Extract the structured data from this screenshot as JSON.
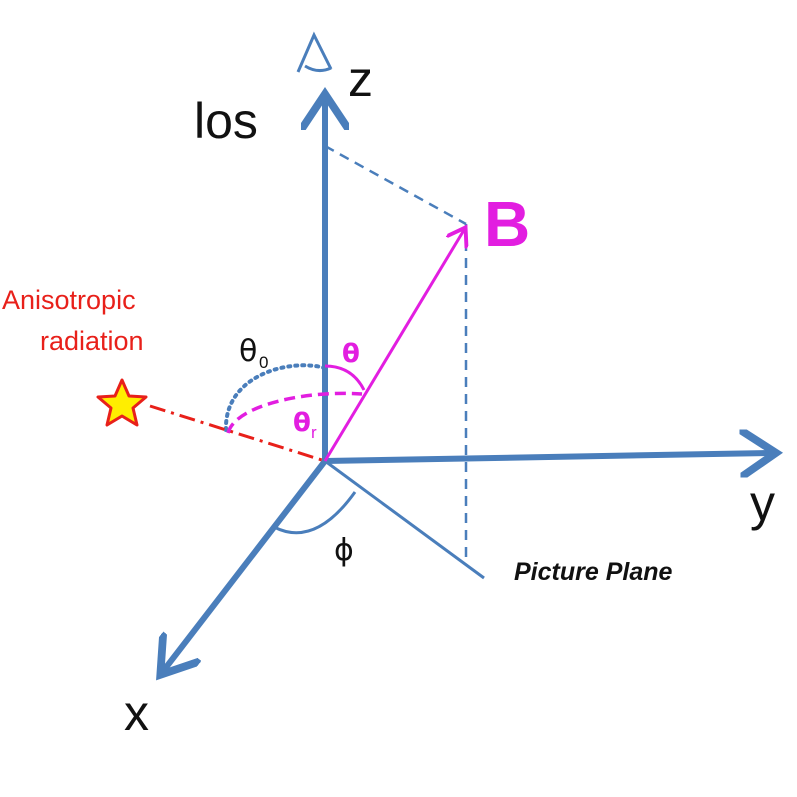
{
  "colors": {
    "axis": "#4a7ebb",
    "field": "#e21ee0",
    "radiation": "#e8201a",
    "star_fill": "#ffee00",
    "text": "#111111"
  },
  "labels": {
    "los": "los",
    "z": "z",
    "y": "y",
    "x": "x",
    "B": "B",
    "radiation_line1": "Anisotropic",
    "radiation_line2": "radiation",
    "theta0": "θ",
    "theta0_sub": "0",
    "theta": "θ",
    "theta_r": "θ",
    "theta_r_sub": "r",
    "phi": "ϕ",
    "picture_plane": "Picture Plane"
  },
  "icons": {
    "observer": "eye-icon",
    "source": "star-icon"
  }
}
